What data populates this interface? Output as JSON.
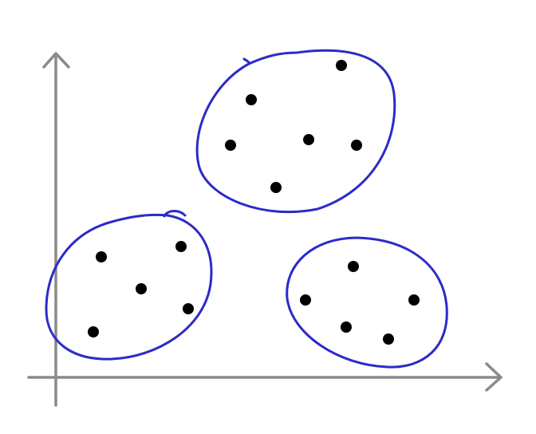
{
  "diagram": {
    "kind": "cluster-sketch",
    "axes": {
      "color": "#8a8a8a",
      "arrowheads": true,
      "labels": []
    },
    "clusters": [
      {
        "name": "cluster-top",
        "outline_color": "#2b2bc8",
        "points": 6
      },
      {
        "name": "cluster-bottom-left",
        "outline_color": "#2b2bc8",
        "points": 5
      },
      {
        "name": "cluster-bottom-right",
        "outline_color": "#2b2bc8",
        "points": 5
      }
    ],
    "point_color": "#000000"
  }
}
